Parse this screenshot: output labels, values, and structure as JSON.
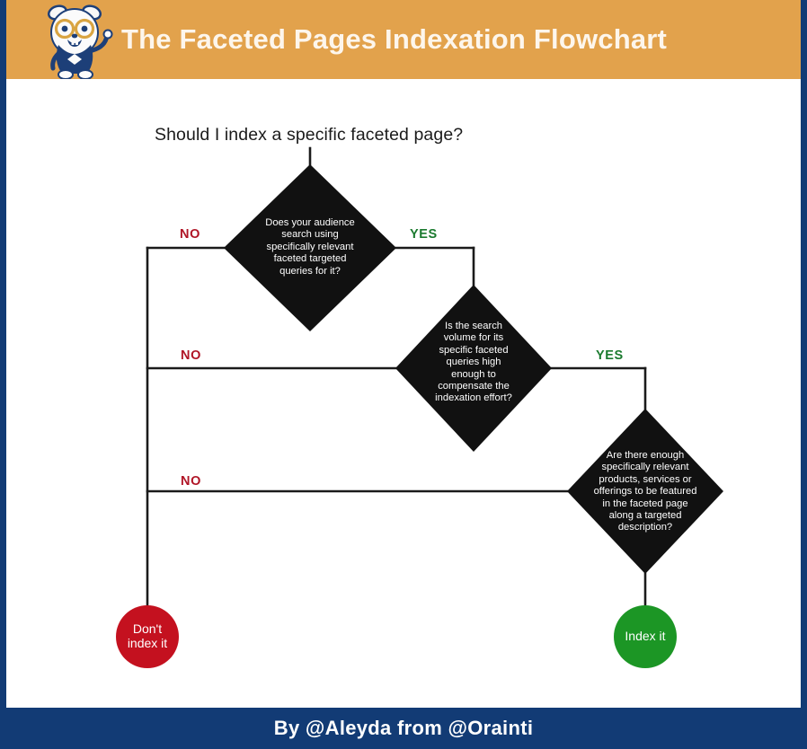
{
  "header": {
    "title": "The Faceted Pages Indexation Flowchart",
    "logo_icon": "gopher-mascot-icon",
    "background_color": "#e2a24c",
    "title_color": "#fdf6ec"
  },
  "footer": {
    "credit": "By @Aleyda from @Orainti",
    "background_color": "#123b75",
    "text_color": "#ffffff"
  },
  "frame": {
    "border_color": "#123b75",
    "canvas_color": "#ffffff"
  },
  "flowchart": {
    "start_question": "Should I index a specific faceted page?",
    "colors": {
      "node": "#111111",
      "node_text": "#ffffff",
      "connector": "#1b1b1b",
      "no_label": "#b01526",
      "yes_label": "#1a7a2e",
      "terminal_negative": "#c4111f",
      "terminal_positive": "#1c9625"
    },
    "decisions": [
      {
        "id": "decision-1",
        "text": "Does your audience\nsearch using\nspecifically relevant\nfaceted targeted\nqueries for it?",
        "no_label": "NO",
        "yes_label": "YES"
      },
      {
        "id": "decision-2",
        "text": "Is the search\nvolume for its\nspecific faceted\nqueries high\nenough to\ncompensate the\nindexation effort?",
        "no_label": "NO",
        "yes_label": "YES"
      },
      {
        "id": "decision-3",
        "text": "Are there enough\nspecifically relevant\nproducts, services or\nofferings to be featured\nin the faceted page\nalong a targeted\ndescription?",
        "no_label": "NO",
        "yes_label": ""
      }
    ],
    "terminals": [
      {
        "id": "terminal-dont-index",
        "text": "Don't\nindex it",
        "color": "#c4111f"
      },
      {
        "id": "terminal-index",
        "text": "Index it",
        "color": "#1c9625"
      }
    ]
  }
}
